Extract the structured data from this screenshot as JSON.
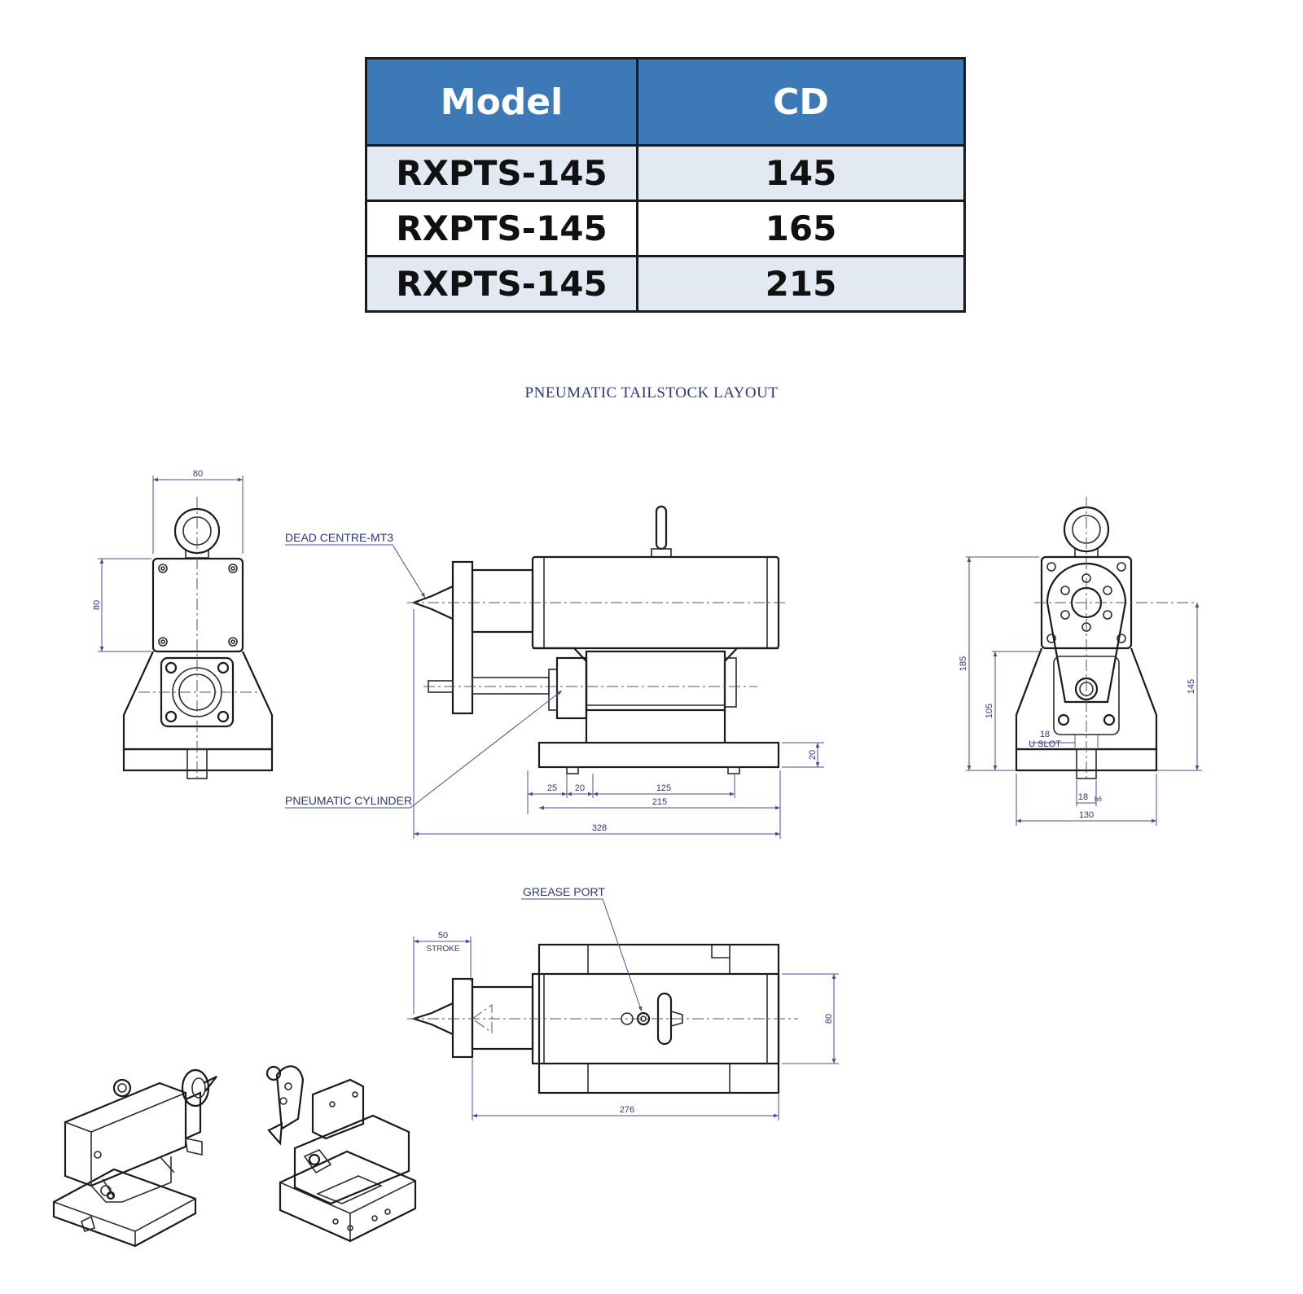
{
  "table": {
    "headers": [
      "Model",
      "CD"
    ],
    "rows": [
      {
        "model": "RXPTS-145",
        "cd": "145"
      },
      {
        "model": "RXPTS-145",
        "cd": "165"
      },
      {
        "model": "RXPTS-145",
        "cd": "215"
      }
    ]
  },
  "drawing": {
    "title": "PNEUMATIC TAILSTOCK LAYOUT",
    "callouts": {
      "dead_centre": "DEAD CENTRE-MT3",
      "pneumatic_cylinder": "PNEUMATIC CYLINDER",
      "grease_port": "GREASE PORT"
    },
    "front_view": {
      "width": "80",
      "height": "80"
    },
    "side_view": {
      "d20": "20",
      "d25": "25",
      "d20b": "20",
      "d125": "125",
      "d215": "215",
      "d328": "328"
    },
    "end_view": {
      "d185": "185",
      "d105": "105",
      "d145": "145",
      "d18": "18",
      "u_slot": "U SLOT",
      "d18h6": "18",
      "h6": "h6",
      "d130": "130"
    },
    "top_view": {
      "stroke_value": "50",
      "stroke_label": "STROKE",
      "d80": "80",
      "d276": "276"
    }
  },
  "colors": {
    "header_bg": "#3c79b6",
    "shaded_row": "#e3e9f2",
    "drawing_ink": "#2e3778"
  }
}
